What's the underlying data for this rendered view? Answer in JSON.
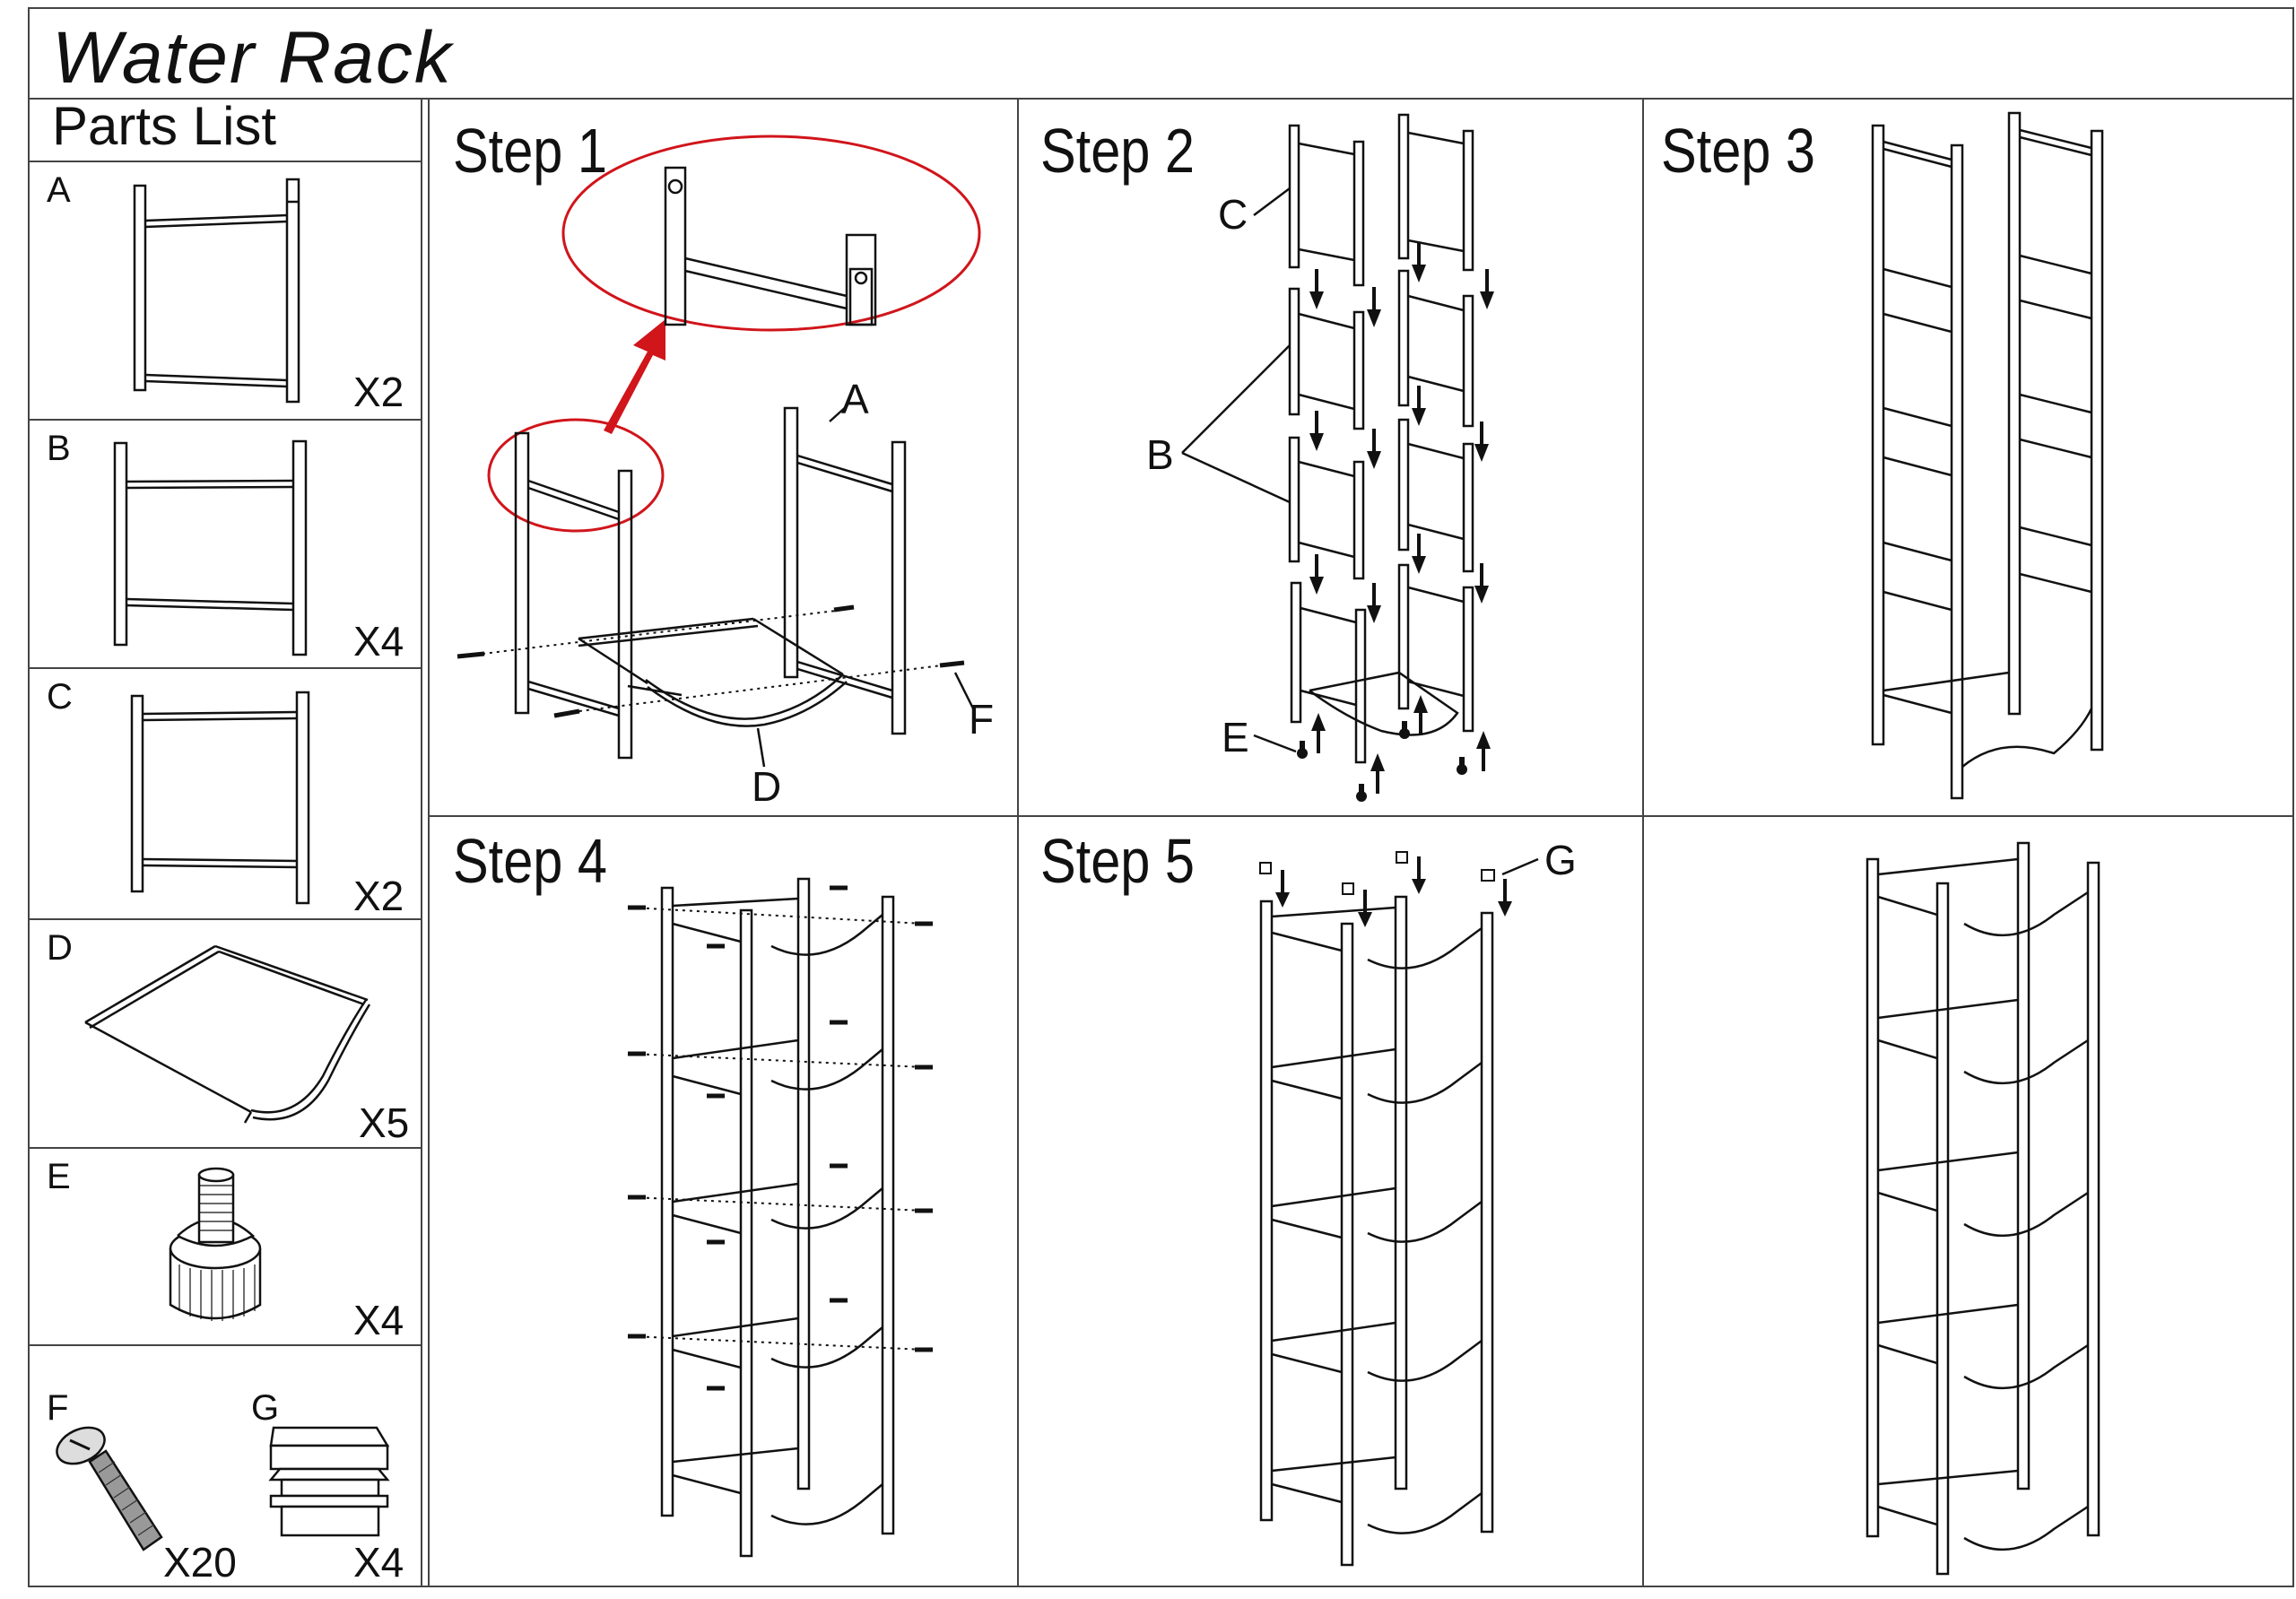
{
  "title": "Water Rack",
  "parts_list": {
    "heading": "Parts List",
    "parts": [
      {
        "letter": "A",
        "qty": "X2"
      },
      {
        "letter": "B",
        "qty": "X4"
      },
      {
        "letter": "C",
        "qty": "X2"
      },
      {
        "letter": "D",
        "qty": "X5"
      },
      {
        "letter": "E",
        "qty": "X4"
      },
      {
        "letter": "F",
        "qty": "X20"
      },
      {
        "letter": "G",
        "qty": "X4"
      }
    ]
  },
  "steps": [
    {
      "label": "Step 1",
      "callouts": [
        "A",
        "D",
        "F"
      ]
    },
    {
      "label": "Step 2",
      "callouts": [
        "C",
        "B",
        "E"
      ]
    },
    {
      "label": "Step 3",
      "callouts": []
    },
    {
      "label": "Step 4",
      "callouts": []
    },
    {
      "label": "Step 5",
      "callouts": [
        "G"
      ]
    }
  ],
  "colors": {
    "line": "#111111",
    "highlight": "#d0151b",
    "border": "#444444"
  }
}
